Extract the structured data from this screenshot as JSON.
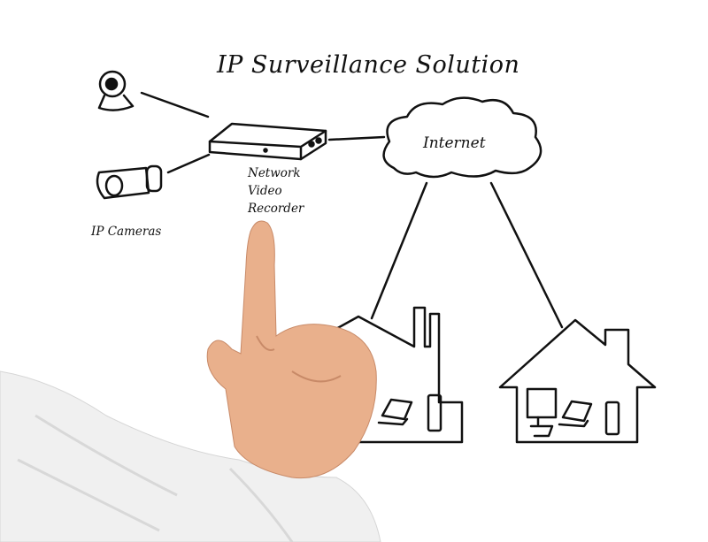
{
  "title": "IP Surveillance Solution",
  "labels": {
    "internet": "Internet",
    "nvr_line1": "Network",
    "nvr_line2": "Video",
    "nvr_line3": "Recorder",
    "ip_cameras": "IP Cameras"
  },
  "colors": {
    "ink": "#111111",
    "skin": "#e9b08c",
    "sleeve": "#f1f1f1"
  }
}
